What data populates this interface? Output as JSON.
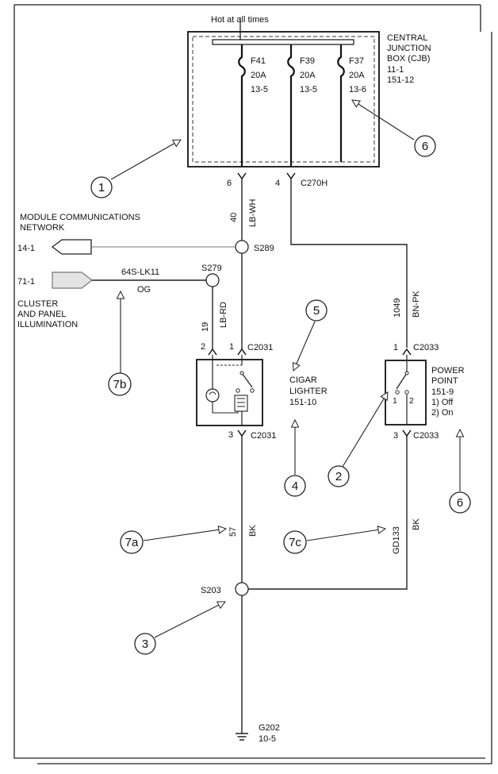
{
  "header": {
    "hot_label": "Hot at all times"
  },
  "cjb": {
    "title_lines": [
      "CENTRAL",
      "JUNCTION",
      "BOX (CJB)",
      "11-1",
      "151-12"
    ],
    "fuses": [
      {
        "id": "F41",
        "rating": "20A",
        "ref": "13-5"
      },
      {
        "id": "F39",
        "rating": "20A",
        "ref": "13-5"
      },
      {
        "id": "F37",
        "rating": "20A",
        "ref": "13-6"
      }
    ],
    "pin_left": "6",
    "pin_right": "4",
    "connector": "C270H"
  },
  "network": {
    "label_lines": [
      "MODULE COMMUNICATIONS",
      "NETWORK"
    ],
    "ref": "14-1"
  },
  "cluster": {
    "ref": "71-1",
    "label_lines": [
      "CLUSTER",
      "AND PANEL",
      "ILLUMINATION"
    ],
    "circuit": "64S-LK11",
    "color": "OG"
  },
  "wires": {
    "w40_num": "40",
    "w40_color": "LB-WH",
    "w19_num": "19",
    "w19_color": "LB-RD",
    "w1049_num": "1049",
    "w1049_color": "BN-PK",
    "w57_num": "57",
    "w57_color": "BK",
    "gd133_num": "GD133",
    "gd133_color": "BK"
  },
  "splices": {
    "s289": "S289",
    "s279": "S279",
    "s203": "S203"
  },
  "cigar": {
    "pin_2": "2",
    "pin_1": "1",
    "pin_3": "3",
    "connector_top": "C2031",
    "connector_bottom": "C2031",
    "label_lines": [
      "CIGAR",
      "LIGHTER",
      "151-10"
    ]
  },
  "power": {
    "pin_1": "1",
    "pin_3": "3",
    "connector_top": "C2033",
    "connector_bottom": "C2033",
    "switch_1": "1",
    "switch_2": "2",
    "label_lines": [
      "POWER",
      "POINT",
      "151-9",
      "1) Off",
      "2) On"
    ]
  },
  "ground": {
    "id": "G202",
    "ref": "10-5"
  },
  "callouts": {
    "c1": "1",
    "c2": "2",
    "c3": "3",
    "c4": "4",
    "c5": "5",
    "c6_top": "6",
    "c6_bottom": "6",
    "c7a": "7a",
    "c7b": "7b",
    "c7c": "7c"
  }
}
